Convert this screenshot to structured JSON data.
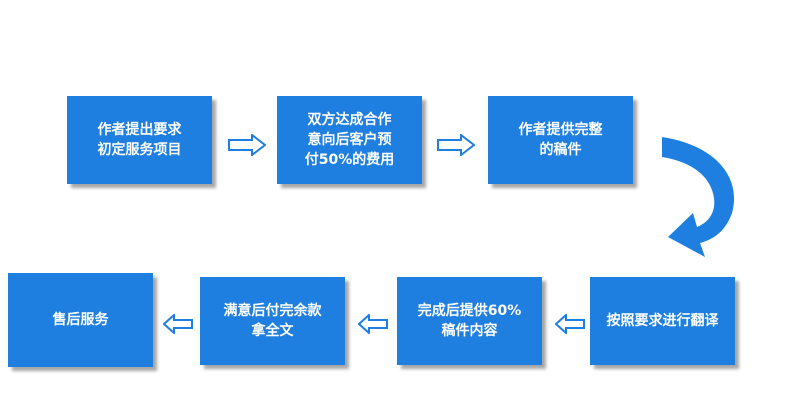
{
  "flow": {
    "colors": {
      "box": "#1f7fe0",
      "text": "#ffffff",
      "arrow_outline": "#1f7fe0",
      "arrow_fill": "#ffffff"
    },
    "steps": [
      {
        "label": "作者提出要求\n初定服务项目"
      },
      {
        "label": "双方达成合作\n意向后客户预\n付50%的费用"
      },
      {
        "label": "作者提供完整\n的稿件"
      },
      {
        "label": "按照要求进行翻译"
      },
      {
        "label": "完成后提供60%\n稿件内容"
      },
      {
        "label": "满意后付完余款\n拿全文"
      },
      {
        "label": "售后服务"
      }
    ],
    "arrows": [
      {
        "direction": "right",
        "icon": "right-arrow-icon"
      },
      {
        "direction": "right",
        "icon": "right-arrow-icon"
      },
      {
        "direction": "curve-down-left",
        "icon": "curved-arrow-icon"
      },
      {
        "direction": "left",
        "icon": "left-arrow-icon"
      },
      {
        "direction": "left",
        "icon": "left-arrow-icon"
      },
      {
        "direction": "left",
        "icon": "left-arrow-icon"
      }
    ]
  }
}
